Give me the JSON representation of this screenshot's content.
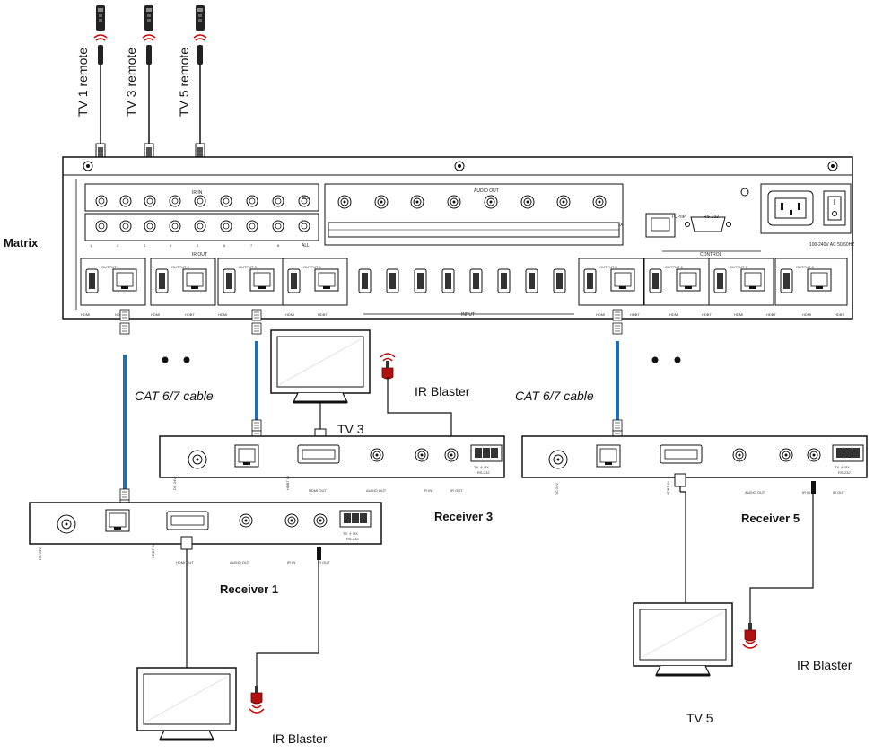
{
  "labels": {
    "matrix": "Matrix",
    "tv1_remote": "TV 1 remote",
    "tv3_remote": "TV 3 remote",
    "tv5_remote": "TV 5 remote",
    "cable_left": "CAT 6/7  cable",
    "cable_right": "CAT 6/7  cable",
    "ir_blaster_top": "IR Blaster",
    "ir_blaster_right": "IR Blaster",
    "ir_blaster_bottom": "IR Blaster",
    "tv3": "TV  3",
    "tv5": "TV  5",
    "receiver1": "Receiver   1",
    "receiver3": "Receiver   3",
    "receiver5": "Receiver   5"
  },
  "matrix_panel": {
    "ir_in": "IR IN",
    "ir_out": "IR OUT",
    "audio_out": "AUDIO OUT",
    "all": "ALL",
    "control": "CONTROL",
    "tcpip": "TCP/IP",
    "rs232": "RS-232",
    "coax": "COAX",
    "input": "INPUT",
    "power": "100-240V AC 50/60HZ",
    "hdmi": "HDMI",
    "hdbt": "HDBT",
    "ports": [
      "1",
      "2",
      "3",
      "4",
      "5",
      "6",
      "7",
      "8"
    ],
    "outputs": [
      "OUTPUT 1",
      "OUTPUT 2",
      "OUTPUT 3",
      "OUTPUT 4",
      "OUTPUT 5",
      "OUTPUT 6",
      "OUTPUT 7",
      "OUTPUT 8"
    ]
  },
  "receiver_panel": {
    "dc": "DC 24V",
    "hdbt_in": "HDBT IN",
    "hdmi_out": "HDMI  OUT",
    "audio_out": "AUDIO  OUT",
    "ir_in": "IR IN",
    "ir_out": "IR OUT",
    "txrx": "TX  ⏚  RX",
    "rs232": "RS-232"
  }
}
